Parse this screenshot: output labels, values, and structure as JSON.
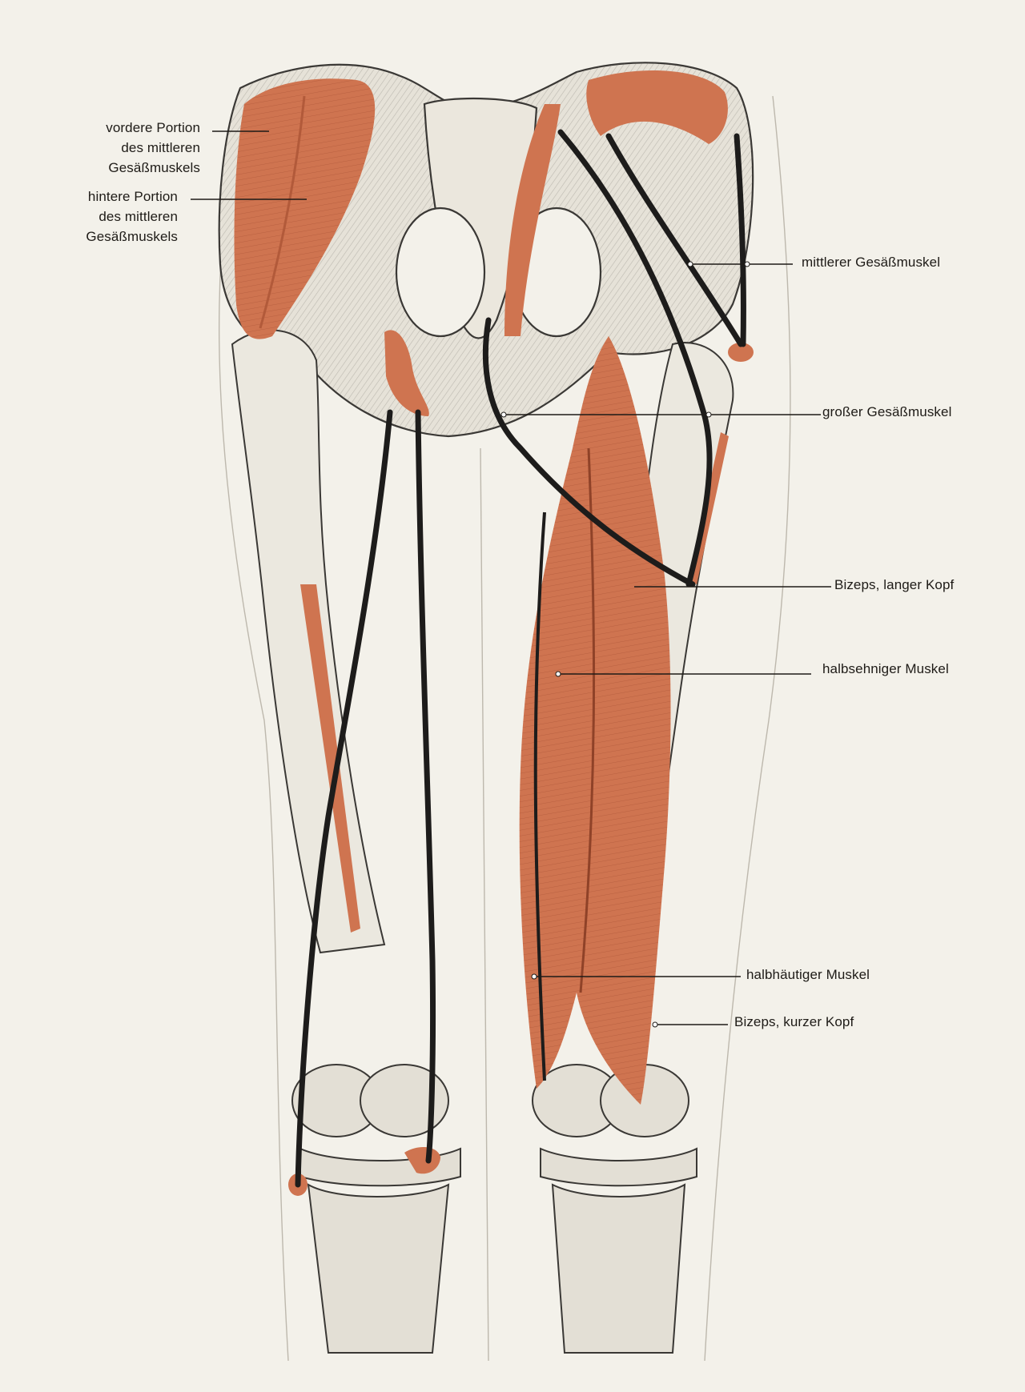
{
  "labels": {
    "anterior_gluteus_medius": [
      "vordere Portion",
      "des mittleren",
      "Gesäßmuskels"
    ],
    "posterior_gluteus_medius": [
      "hintere Portion",
      "des mittleren",
      "Gesäßmuskels"
    ],
    "gluteus_medius": "mittlerer Gesäßmuskel",
    "gluteus_maximus": "großer Gesäßmuskel",
    "biceps_long_head": "Bizeps, langer Kopf",
    "semitendinosus": "halbsehniger Muskel",
    "semimembranosus": "halbhäutiger Muskel",
    "biceps_short_head": "Bizeps, kurzer Kopf"
  },
  "colors": {
    "paper": "#f3f1ea",
    "muscle": "#cf7450",
    "muscle_dark": "#b25a3a",
    "pencil": "#3a3835",
    "band": "#1d1c1b",
    "text": "#1e1b17"
  }
}
